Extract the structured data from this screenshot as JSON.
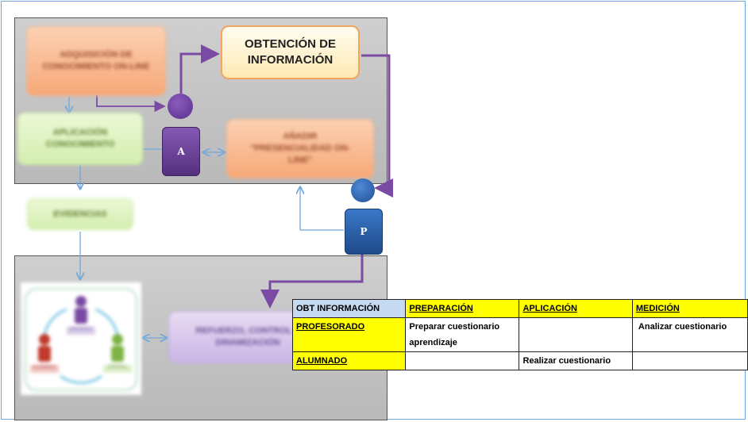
{
  "diagram": {
    "nodes": {
      "adquisicion": "ADQUISICIÓN DE CONOCIMIENTO ON-LINE",
      "obtencion": "OBTENCIÓN DE INFORMACIÓN",
      "aplicacion": "APLICACIÓN CONOCIMIENTO",
      "anadir": "AÑADIR \"PRESENCIALIDAD ON-LINE\"",
      "evidencias": "EVIDENCIAS",
      "refuerzo": "REFUERZO, CONTROL Y DINAMIZACIÓN"
    },
    "actors": {
      "alumno_letter": "A",
      "profesor_letter": "P"
    },
    "mini_cycle": {
      "top_label": "REFUERZO",
      "left_label": "ALUMNADO",
      "right_label": "CONTROL"
    },
    "colors": {
      "purple_line": "#7b4aa3",
      "blue_line": "#6fa8dc",
      "alumno_fill": "#6a3d9a",
      "profesor_fill": "#2e6ab8"
    }
  },
  "table": {
    "headers": [
      "OBT INFORMACIÓN",
      "PREPARACIÓN",
      "APLICACIÓN",
      "MEDICIÓN"
    ],
    "rows": [
      {
        "label": "PROFESORADO",
        "cells": [
          "Preparar cuestionario aprendizaje",
          "",
          " Analizar cuestionario"
        ]
      },
      {
        "label": "ALUMNADO",
        "cells": [
          "",
          "Realizar cuestionario",
          ""
        ]
      }
    ]
  }
}
